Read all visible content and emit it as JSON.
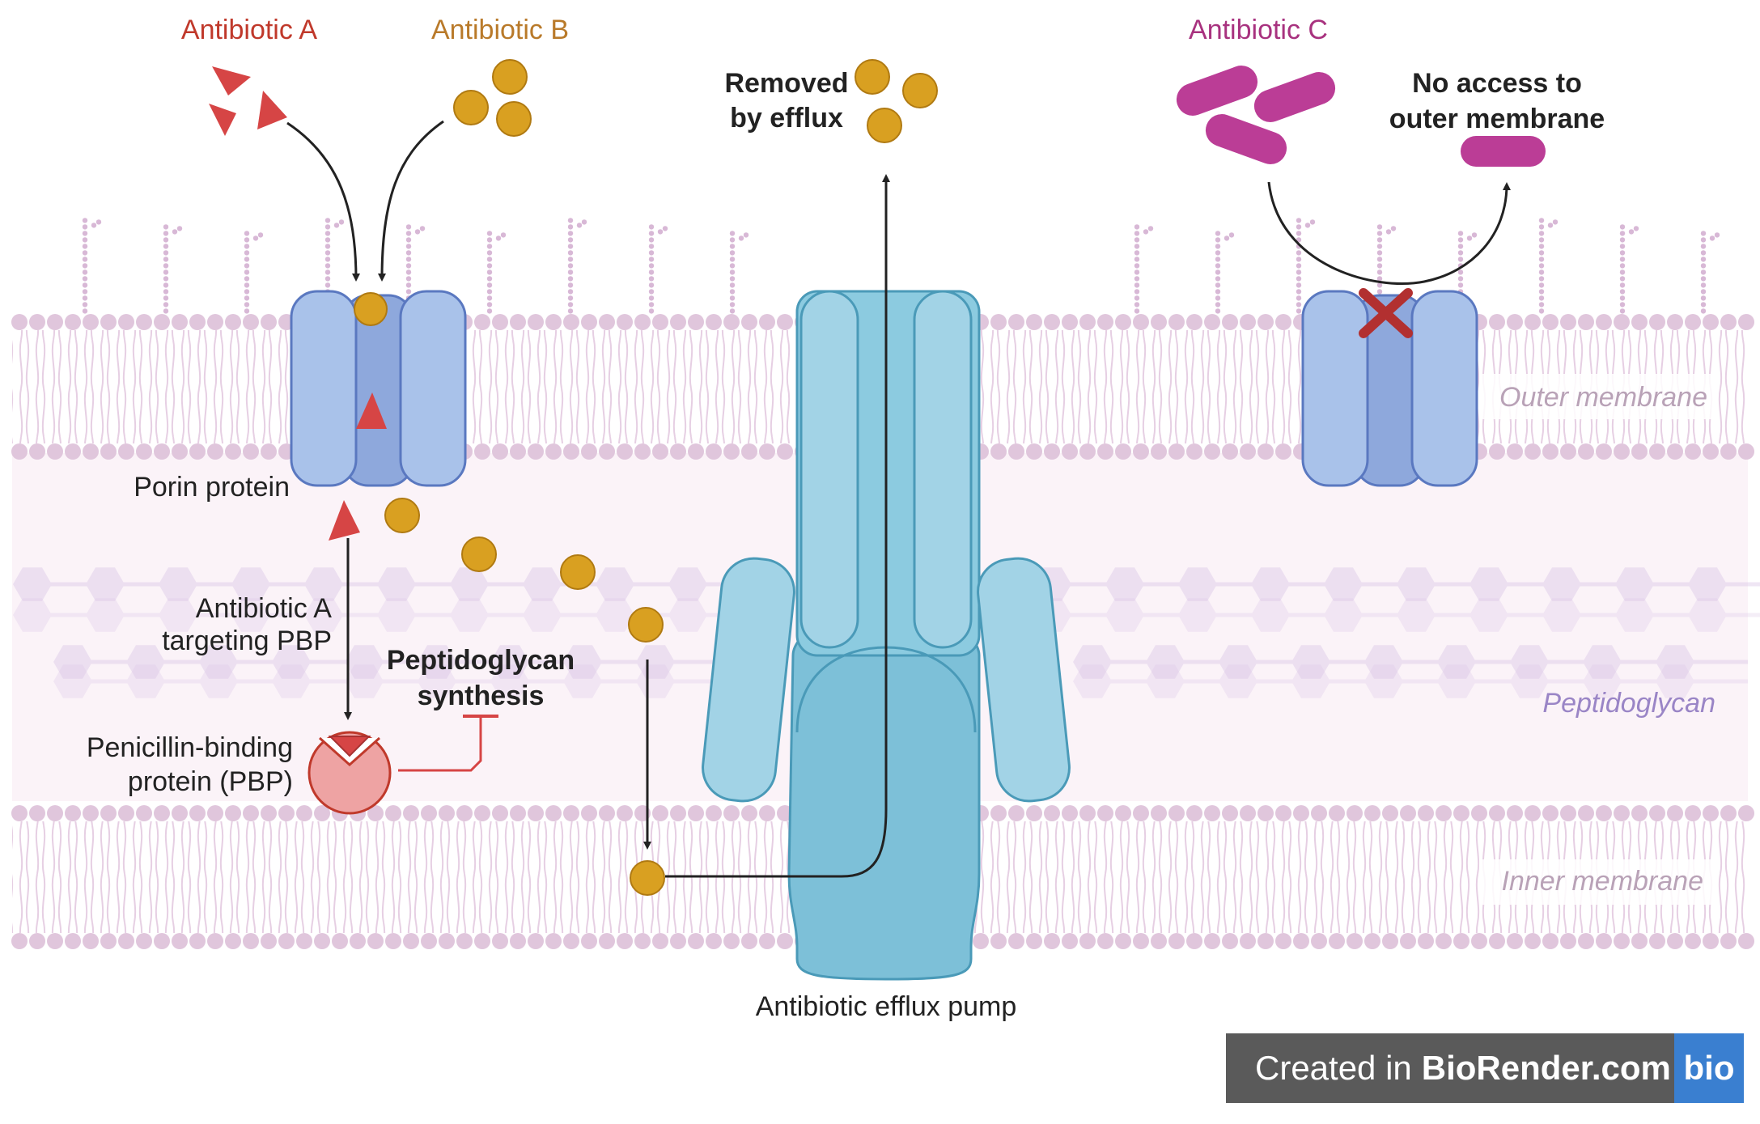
{
  "labels": {
    "antibiotic_a": "Antibiotic A",
    "antibiotic_b": "Antibiotic B",
    "antibiotic_c": "Antibiotic C",
    "removed_line1": "Removed",
    "removed_line2": "by efflux",
    "no_access_line1": "No access to",
    "no_access_line2": "outer membrane",
    "porin_protein": "Porin protein",
    "targeting_line1": "Antibiotic A",
    "targeting_line2": "targeting PBP",
    "pg_synth_line1": "Peptidoglycan",
    "pg_synth_line2": "synthesis",
    "pbp_line1": "Penicillin-binding",
    "pbp_line2": "protein (PBP)",
    "efflux_pump": "Antibiotic efflux pump",
    "outer_membrane": "Outer membrane",
    "peptidoglycan": "Peptidoglycan",
    "inner_membrane": "Inner membrane"
  },
  "watermark": {
    "prefix": "Created in",
    "brand": "BioRender.com",
    "logo": "bio"
  },
  "colors": {
    "antibiotic_a": "#d64545",
    "antibiotic_b": "#d9a021",
    "antibiotic_c": "#bb3d96",
    "porin": "#a9c2ea",
    "porin_channel": "#8ea8dc",
    "efflux_pump": "#7dc0d8",
    "membrane": "#e0c6dc",
    "peptidoglycan": "#dcc8e8",
    "pbp": "#eea3a3",
    "label_a": "#c0392b",
    "label_b": "#b97a2a",
    "label_c": "#a8327f"
  }
}
